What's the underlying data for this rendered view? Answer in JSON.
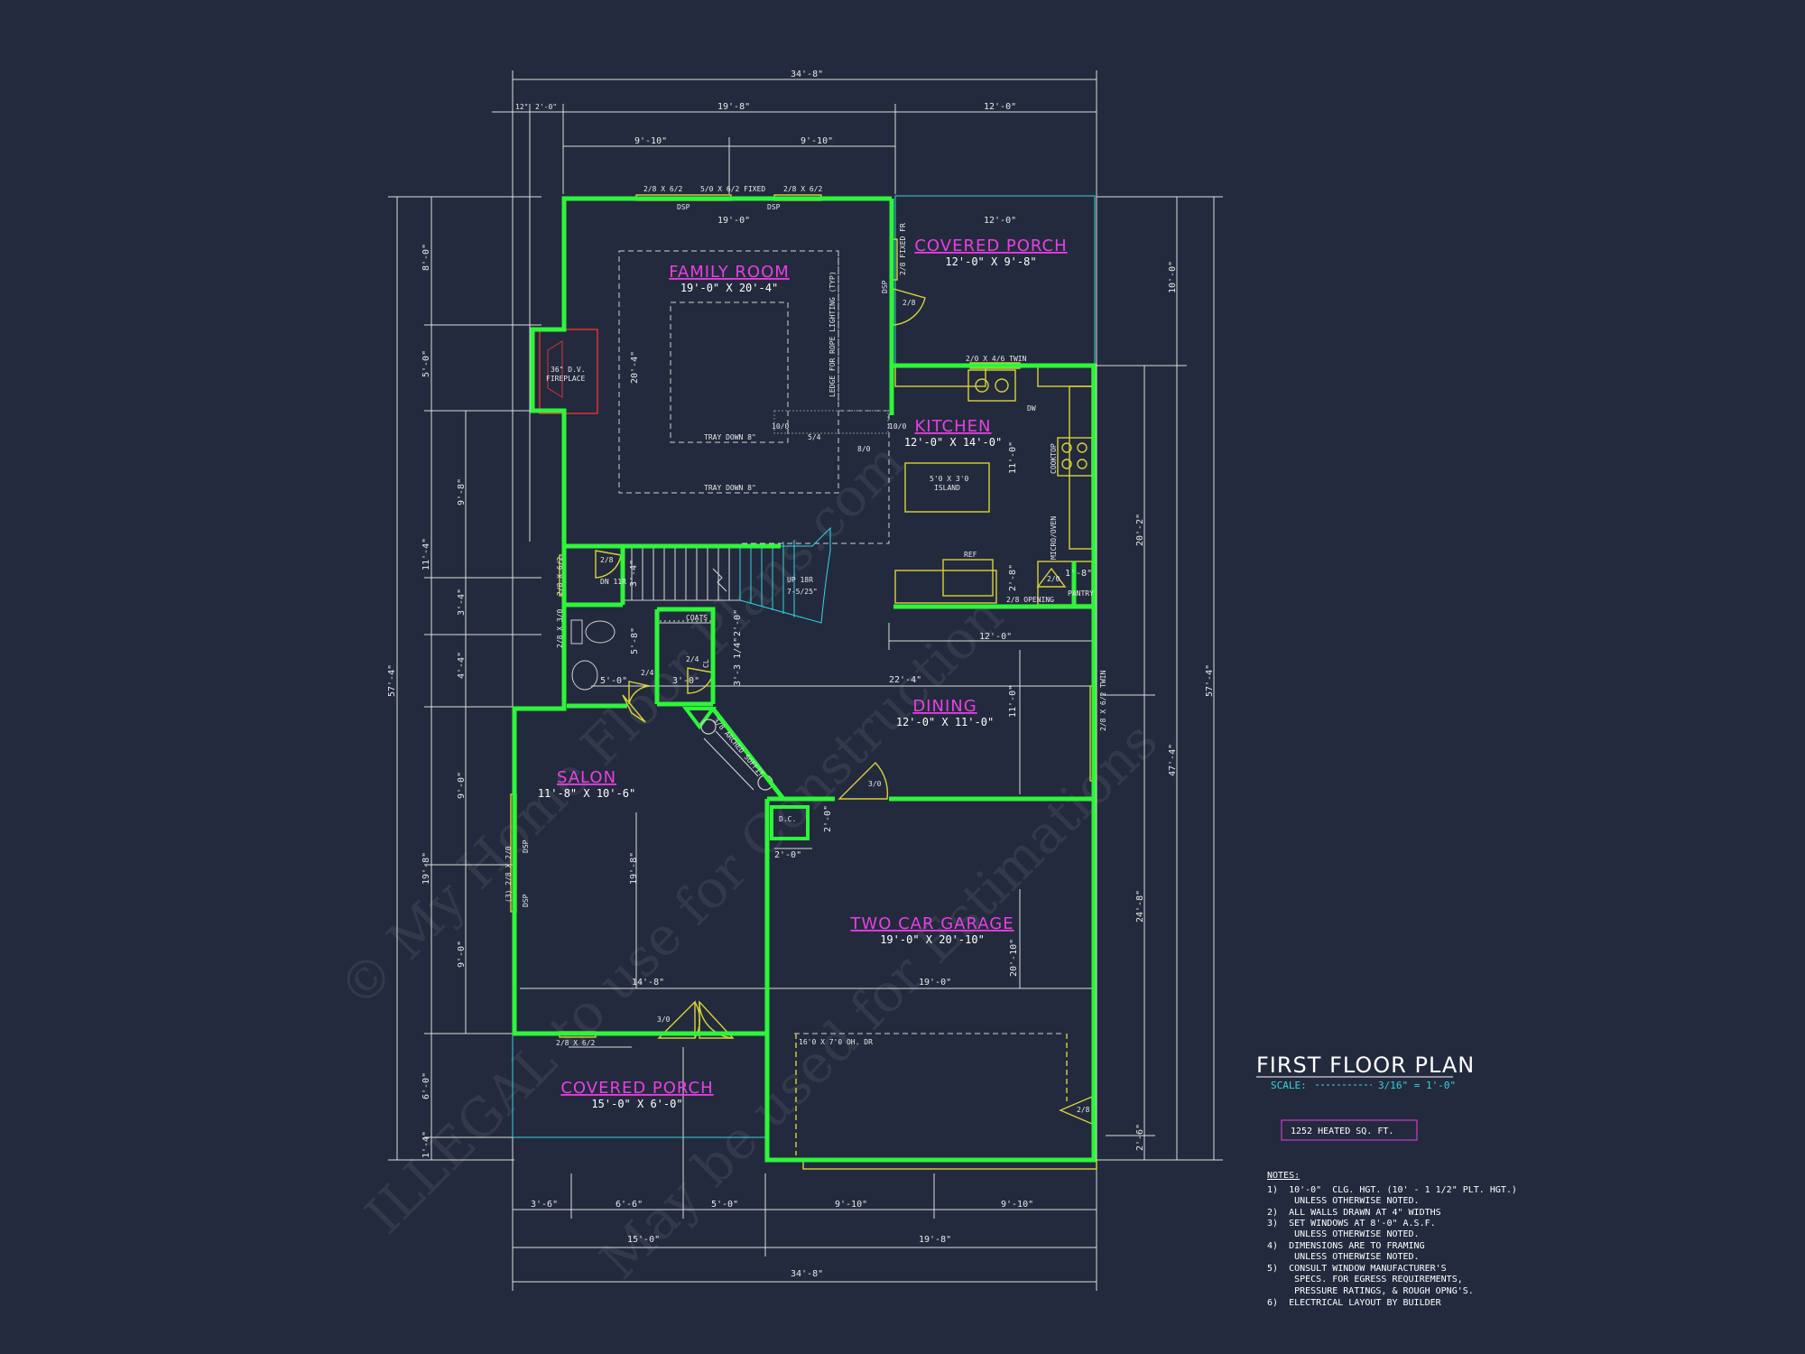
{
  "title": {
    "heading": "FIRST FLOOR PLAN",
    "scale_label": "SCALE:",
    "scale_value": "3/16\" = 1'-0\"",
    "heated_area": "1252 HEATED SQ. FT."
  },
  "notes": {
    "heading": "NOTES:",
    "lines": [
      "1)  10'-0\"  CLG. HGT. (10' - 1 1/2\" PLT. HGT.)",
      "     UNLESS OTHERWISE NOTED.",
      "2)  ALL WALLS DRAWN AT 4\" WIDTHS",
      "3)  SET WINDOWS AT 8'-0\" A.S.F.",
      "     UNLESS OTHERWISE NOTED.",
      "4)  DIMENSIONS ARE TO FRAMING",
      "     UNLESS OTHERWISE NOTED.",
      "5)  CONSULT WINDOW MANUFACTURER'S",
      "     SPECS. FOR EGRESS REQUIREMENTS,",
      "     PRESSURE RATINGS, & ROUGH OPNG'S.",
      "6)  ELECTRICAL LAYOUT BY BUILDER"
    ]
  },
  "rooms": {
    "family_room": {
      "name": "FAMILY ROOM",
      "size": "19'-0\" X 20'-4\""
    },
    "covered_porch_rear": {
      "name": "COVERED PORCH",
      "size": "12'-0\" X 9'-8\""
    },
    "kitchen": {
      "name": "KITCHEN",
      "size": "12'-0\" X 14'-0\""
    },
    "dining": {
      "name": "DINING",
      "size": "12'-0\" X 11'-0\""
    },
    "salon": {
      "name": "SALON",
      "size": "11'-8\" X 10'-6\""
    },
    "garage": {
      "name": "TWO CAR GARAGE",
      "size": "19'-0\" X 20'-10\""
    },
    "covered_porch_front": {
      "name": "COVERED PORCH",
      "size": "15'-0\" X 6'-0\""
    }
  },
  "labels": {
    "fireplace_1": "36\" D.V.",
    "fireplace_2": "FIREPLACE",
    "tray_down_inner": "TRAY DOWN 8\"",
    "tray_down_outer": "TRAY DOWN 8\"",
    "rope_lighting": "LEDGE FOR ROPE LIGHTING (TYP)",
    "island_1": "5'0 X 3'0",
    "island_2": "ISLAND",
    "dw": "DW",
    "cooktop": "COOKTOP",
    "micro_oven": "MICRO/OVEN",
    "ref": "REF",
    "pantry": "PANTRY",
    "opening": "2/8 OPENING",
    "stair_up": "UP 18R",
    "stair_riser": "7-5/25\"",
    "stair_dn": "DN 11R",
    "coats": "COATS",
    "dc": "D.C.",
    "arched_soffit": "3/8 ARCHED SOFFIT",
    "ohdr": "16'0 X 7'0 OH. DR",
    "sink_window": "2/0 X 4/6 TWIN",
    "win_top_l": "2/8 X 6/2",
    "win_top_c": "5/0 X 6/2 FIXED",
    "win_top_r": "2/8 X 6/2",
    "dsp": "DSP",
    "win_fixed": "2/8 FIXED FR",
    "win_salon": "(3) 2/8 X 2/0",
    "win_dining": "2/8 X 6/2 TWIN",
    "win_porch": "2/8 X 6/2",
    "win_stair": "2/8 X 6/2",
    "win_bath": "2/8 X 3/0",
    "d28": "2/8",
    "d30": "3/0",
    "d24": "2/4",
    "d20": "2/0",
    "d1010": "10/0",
    "d54": "5/4",
    "d80": "8/0",
    "cl": "CL"
  },
  "dimensions": {
    "top_overall": "34'-8\"",
    "top_12": "12\"",
    "top_20": "2'-0\"",
    "top_198": "19'-8\"",
    "top_120": "12'-0\"",
    "top_910a": "9'-10\"",
    "top_910b": "9'-10\"",
    "fam_190": "19'-0\"",
    "porch_120": "12'-0\"",
    "fam_204": "20'-4\"",
    "kit_110": "11'-0\"",
    "din_120": "12'-0\"",
    "din_224": "22'-4\"",
    "din_110": "11'-0\"",
    "salon_198": "19'-8\"",
    "salon_148": "14'-8\"",
    "gar_190": "19'-0\"",
    "gar_2010": "20'-10\"",
    "bath_58": "5'-8\"",
    "bath_50": "5'-0\"",
    "cl_30": "3'-0\"",
    "d_20a": "2'-0\"",
    "d_20b": "2'-0\"",
    "d_20c": "2'-0\"",
    "d_314": "3'-3 1/4\"",
    "d_28": "2'-8\"",
    "d_18": "1'-8\"",
    "d_34": "3'-4\"",
    "left_80": "8'-0\"",
    "left_50": "5'-0\"",
    "left_98": "9'-8\"",
    "left_34": "3'-4\"",
    "left_44": "4'-4\"",
    "left_90a": "9'-0\"",
    "left_90b": "9'-0\"",
    "left_114": "11'-4\"",
    "left_198": "19'-8\"",
    "left_60": "6'-0\"",
    "left_14": "1'-4\"",
    "left_574": "57'-4\"",
    "right_100": "10'-0\"",
    "right_202": "20'-2\"",
    "right_248": "24'-8\"",
    "right_26": "2'-6\"",
    "right_474": "47'-4\"",
    "right_574": "57'-4\"",
    "bot_36": "3'-6\"",
    "bot_66": "6'-6\"",
    "bot_50": "5'-0\"",
    "bot_910a": "9'-10\"",
    "bot_910b": "9'-10\"",
    "bot_150": "15'-0\"",
    "bot_198": "19'-8\"",
    "bot_overall": "34'-8\""
  },
  "watermark": {
    "line1": "© My Home Floor Plans.com",
    "line2": "ILLEGAL to use for Construction",
    "line3": "May be used for Estimations"
  },
  "colors": {
    "background": "#232a3d",
    "wall": "#2ef53a",
    "room_label": "#e93fe3",
    "scale": "#34d4e0",
    "fixture": "#d8d23a",
    "fireplace": "#e23030"
  }
}
